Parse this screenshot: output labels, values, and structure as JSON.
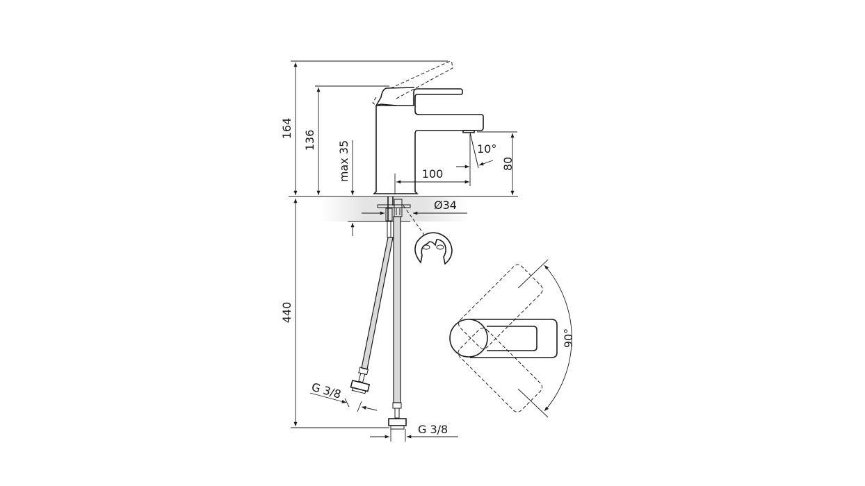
{
  "drawing": {
    "title": "Basin mixer technical drawing",
    "dimensions": {
      "total_height": "164",
      "body_height": "136",
      "max_deck": "max 35",
      "spout_reach": "100",
      "spout_height": "80",
      "spout_angle": "10°",
      "hole_diameter": "Ø34",
      "hose_length": "440",
      "connection_left": "G 3/8",
      "connection_right": "G 3/8",
      "lever_rotation": "90°"
    },
    "colors": {
      "line": "#1a1a1a",
      "hose_fill": "#d9d9d9",
      "deck_shade": "#e6e6e6",
      "background": "#ffffff"
    }
  }
}
